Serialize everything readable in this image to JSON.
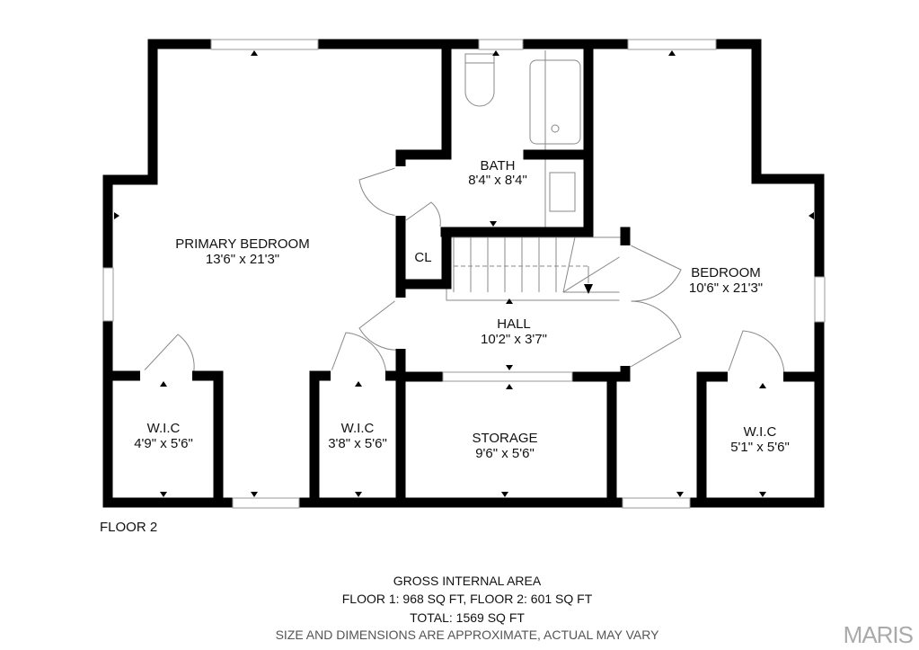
{
  "floor_label": "FLOOR 2",
  "rooms": {
    "primary_bedroom": {
      "name": "PRIMARY BEDROOM",
      "dims": "13'6\" x 21'3\""
    },
    "bath": {
      "name": "BATH",
      "dims": "8'4\" x 8'4\""
    },
    "closet": {
      "name": "CL"
    },
    "hall": {
      "name": "HALL",
      "dims": "10'2\" x 3'7\""
    },
    "bedroom": {
      "name": "BEDROOM",
      "dims": "10'6\" x 21'3\""
    },
    "wic_1": {
      "name": "W.I.C",
      "dims": "4'9\" x 5'6\""
    },
    "wic_2": {
      "name": "W.I.C",
      "dims": "3'8\" x 5'6\""
    },
    "storage": {
      "name": "STORAGE",
      "dims": "9'6\" x 5'6\""
    },
    "wic_3": {
      "name": "W.I.C",
      "dims": "5'1\" x 5'6\""
    }
  },
  "footer": {
    "title": "GROSS INTERNAL AREA",
    "floors": "FLOOR 1: 968 SQ FT, FLOOR 2: 601 SQ FT",
    "total": "TOTAL: 1569 SQ FT",
    "disclaimer": "SIZE AND DIMENSIONS ARE APPROXIMATE, ACTUAL MAY VARY"
  },
  "logo": "MARIS"
}
